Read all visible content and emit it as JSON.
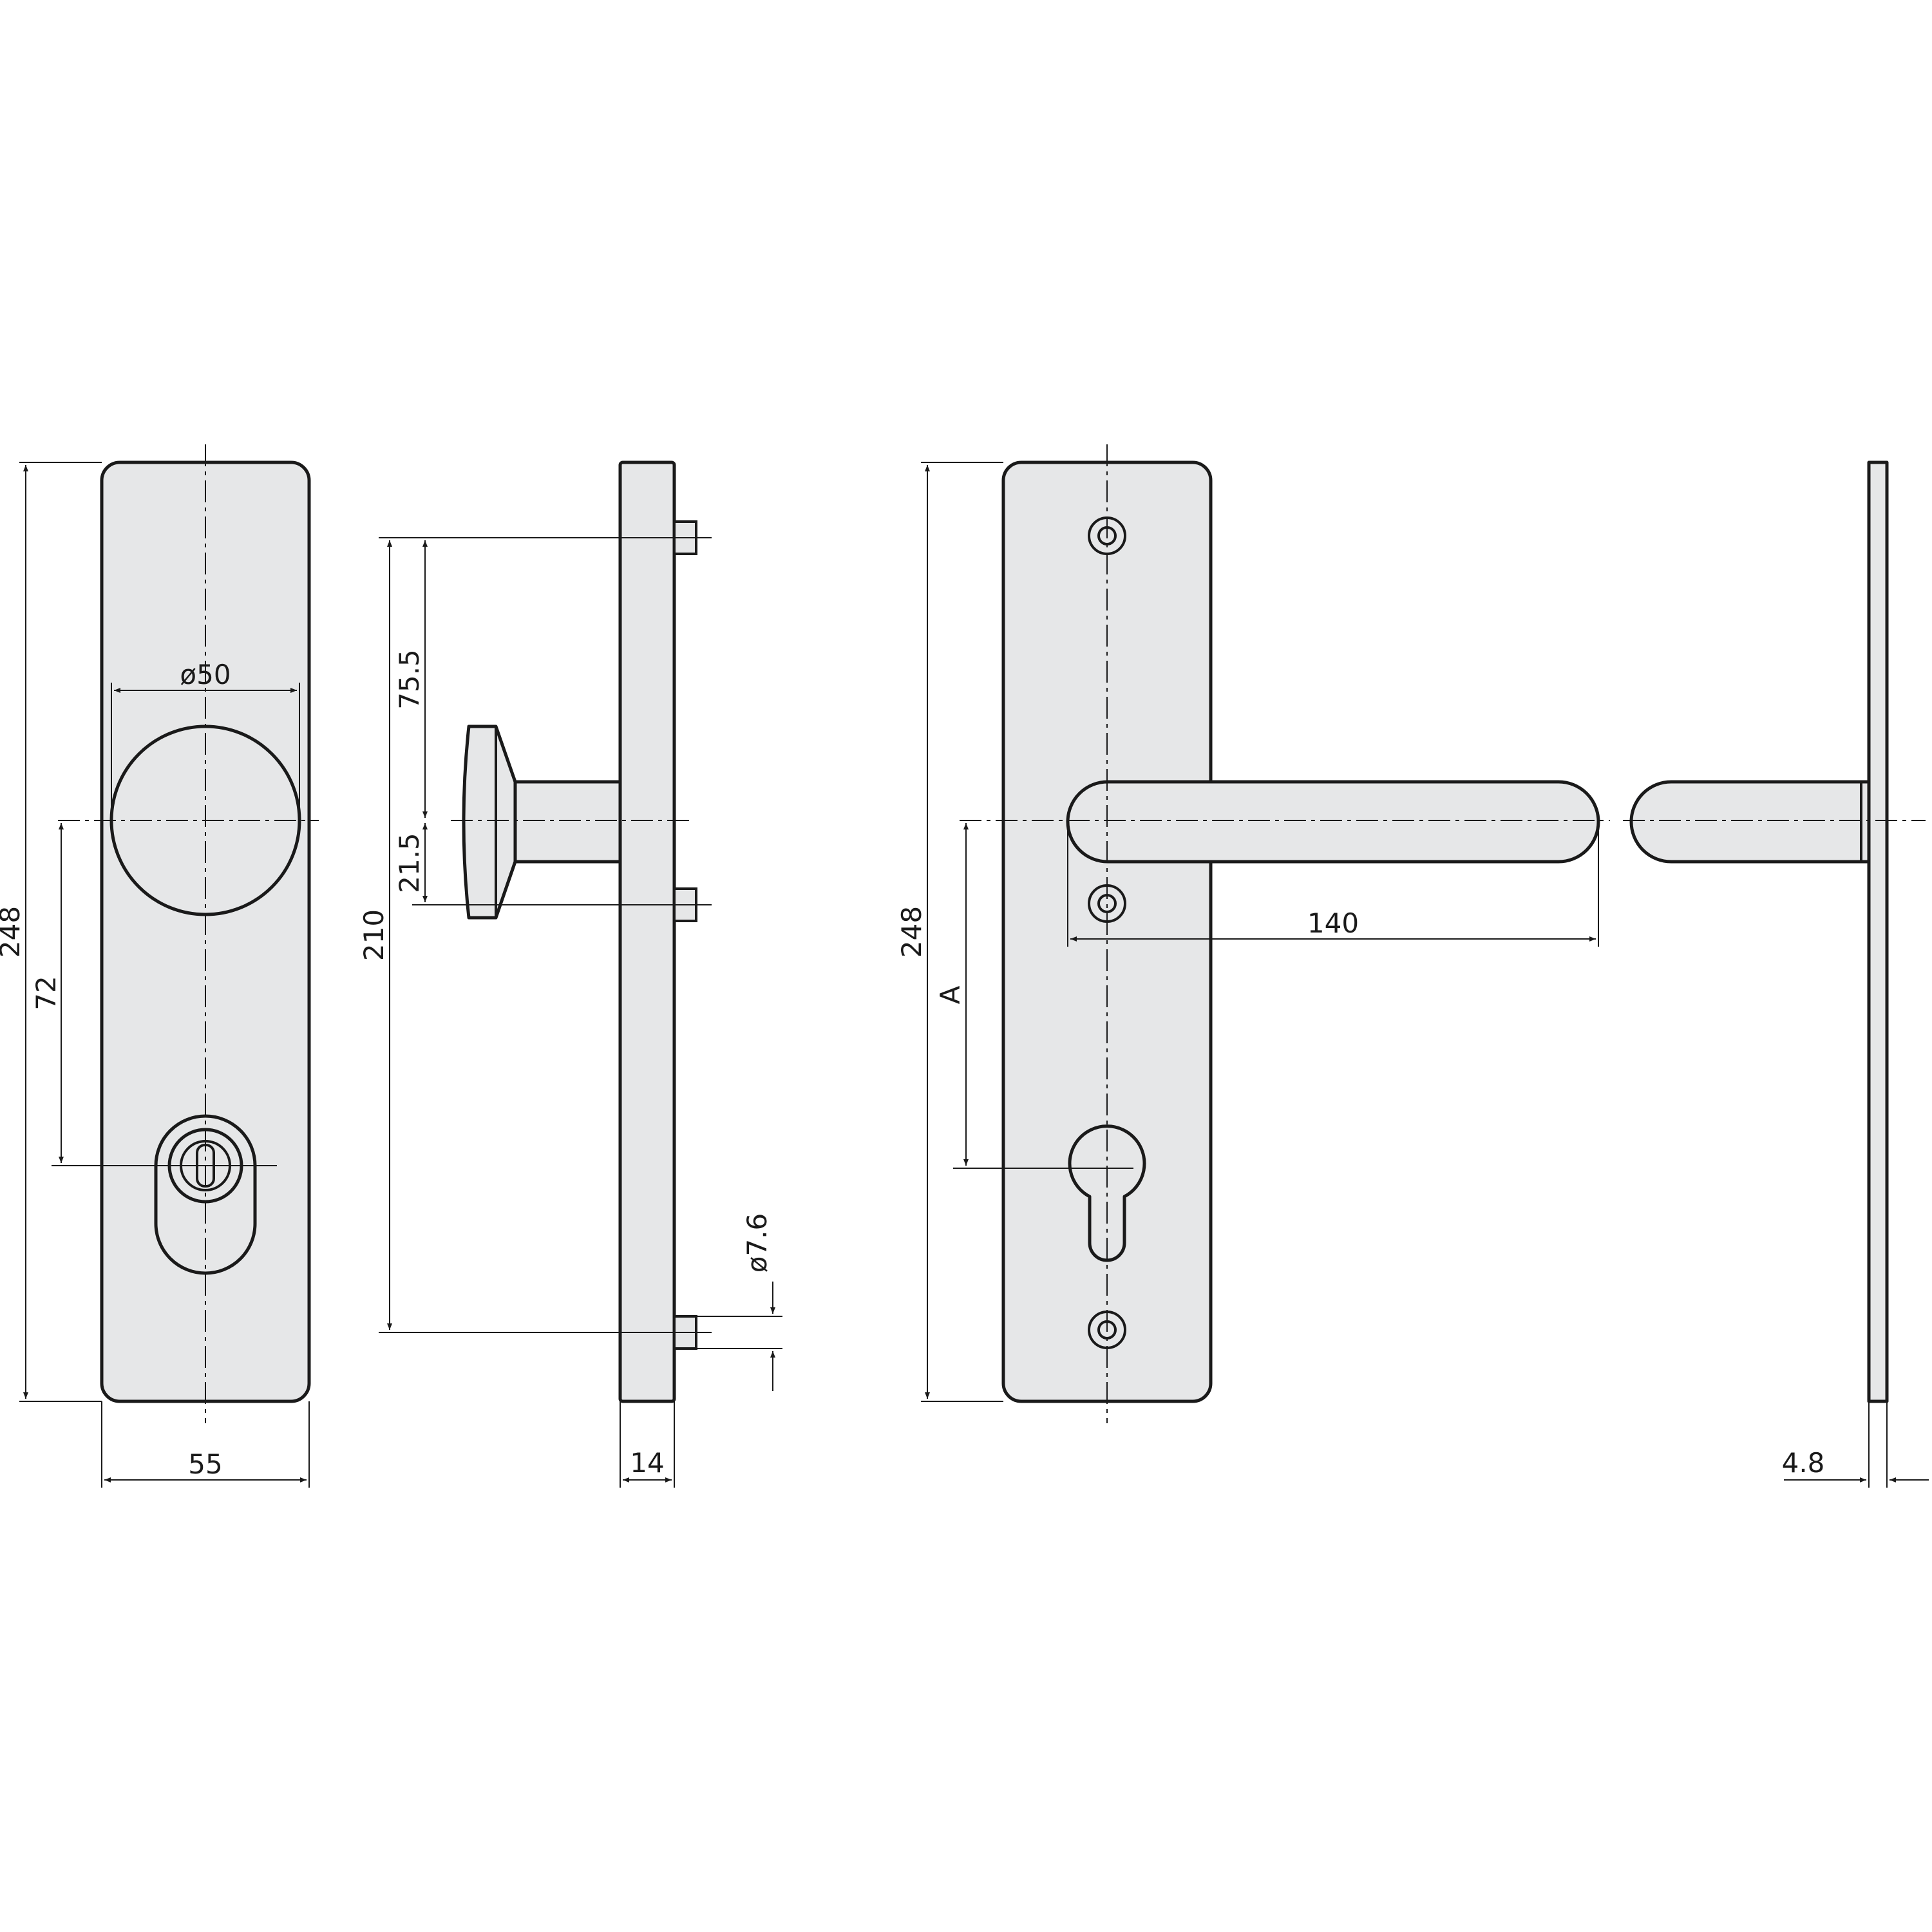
{
  "colors": {
    "line": "#1a1a1a",
    "fill": "#e6e7e8",
    "background": "#ffffff"
  },
  "views": {
    "knob_front": {
      "height": "248",
      "width": "55",
      "knob_diameter": "ø50",
      "cylinder_distance": "72"
    },
    "knob_side": {
      "screw_span": "210",
      "to_knob": "75.5",
      "knob_offset": "21.5",
      "pin_diameter": "ø7.6",
      "plate_thickness": "14"
    },
    "lever_front": {
      "height": "248",
      "lever_length": "140",
      "distance_a": "A"
    },
    "lever_side": {
      "thickness": "4.8"
    }
  }
}
